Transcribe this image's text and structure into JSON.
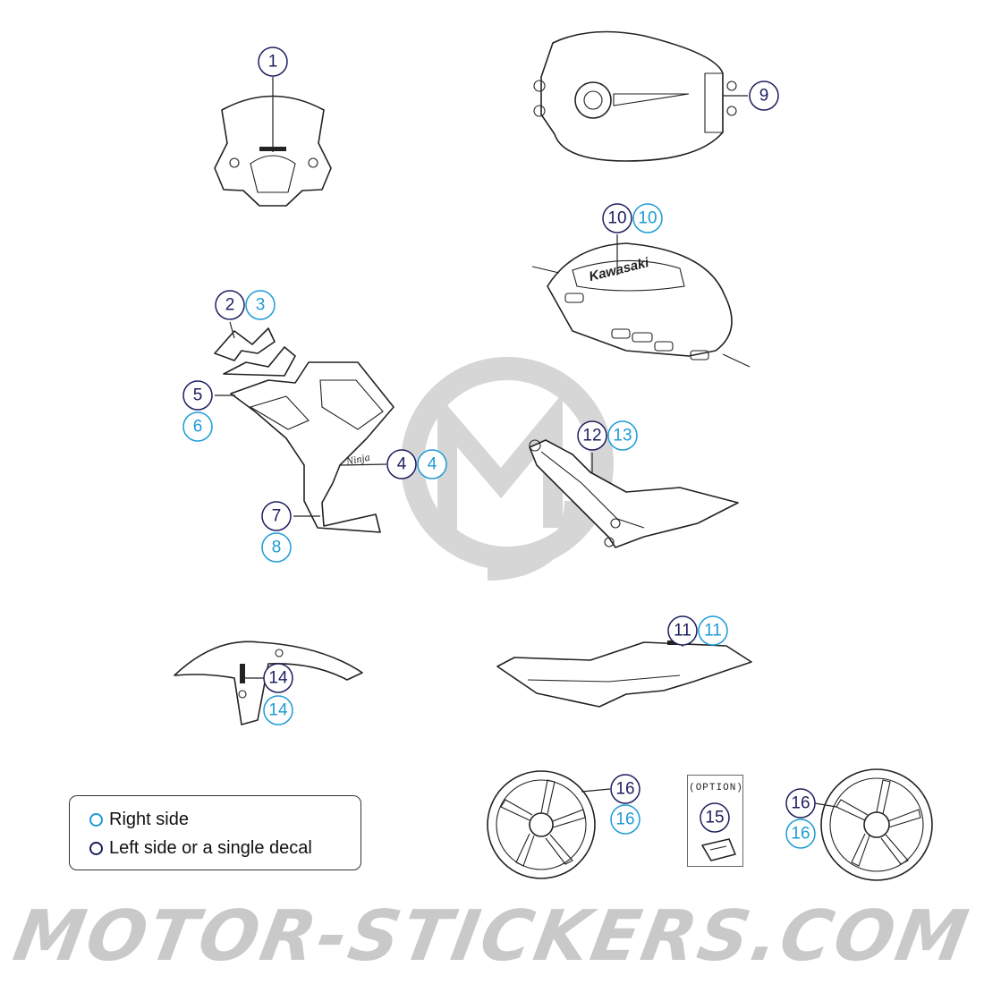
{
  "colors": {
    "left": "#1c1f5e",
    "right": "#1d9bd6",
    "logo": "#d4d4d4",
    "stroke": "#222222"
  },
  "callouts": [
    {
      "id": "c1",
      "label": "1",
      "side": "left"
    },
    {
      "id": "c2",
      "label": "2",
      "side": "left"
    },
    {
      "id": "c3",
      "label": "3",
      "side": "right"
    },
    {
      "id": "c4a",
      "label": "4",
      "side": "left"
    },
    {
      "id": "c4b",
      "label": "4",
      "side": "right"
    },
    {
      "id": "c5",
      "label": "5",
      "side": "left"
    },
    {
      "id": "c6",
      "label": "6",
      "side": "right"
    },
    {
      "id": "c7",
      "label": "7",
      "side": "left"
    },
    {
      "id": "c8",
      "label": "8",
      "side": "right"
    },
    {
      "id": "c9",
      "label": "9",
      "side": "left"
    },
    {
      "id": "c10a",
      "label": "10",
      "side": "left"
    },
    {
      "id": "c10b",
      "label": "10",
      "side": "right"
    },
    {
      "id": "c11a",
      "label": "11",
      "side": "left"
    },
    {
      "id": "c11b",
      "label": "11",
      "side": "right"
    },
    {
      "id": "c12",
      "label": "12",
      "side": "left"
    },
    {
      "id": "c13",
      "label": "13",
      "side": "right"
    },
    {
      "id": "c14a",
      "label": "14",
      "side": "left"
    },
    {
      "id": "c14b",
      "label": "14",
      "side": "right"
    },
    {
      "id": "c15",
      "label": "15",
      "side": "left"
    },
    {
      "id": "c16a",
      "label": "16",
      "side": "left"
    },
    {
      "id": "c16b",
      "label": "16",
      "side": "right"
    },
    {
      "id": "c16c",
      "label": "16",
      "side": "left"
    },
    {
      "id": "c16d",
      "label": "16",
      "side": "right"
    }
  ],
  "tank_text": "Kawasaki",
  "option_label": "(OPTION)",
  "legend": {
    "right_side": "Right side",
    "left_side": "Left side or a single decal"
  },
  "watermark": "MOTOR-STICKERS.COM"
}
